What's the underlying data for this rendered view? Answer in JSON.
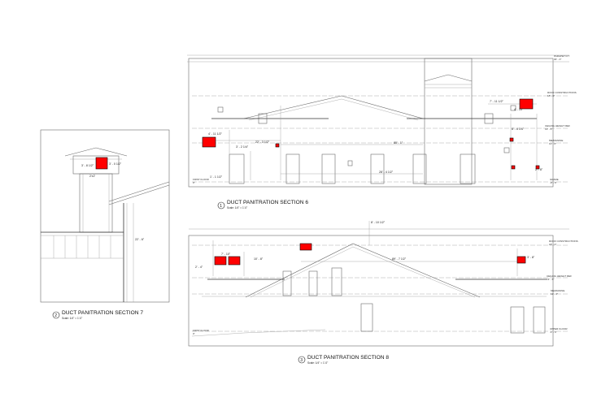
{
  "sheet": {
    "sections": [
      {
        "number": "1",
        "title": "DUCT PANITRATION SECTION 6",
        "scale": "Scale: 1/4\" = 1'-0\""
      },
      {
        "number": "2",
        "title": "DUCT PANITRATION SECTION 7",
        "scale": "Scale: 1/4\" = 1'-0\""
      },
      {
        "number": "3",
        "title": "DUCT PANITRATION SECTION 8",
        "scale": "Scale: 1/4\" = 1'-0\""
      }
    ]
  },
  "section6": {
    "levels": {
      "parapet": "PARAPET FIT",
      "parapet_el": "30' - 0\"",
      "roof_const": "ROOF CONSTRUCTIONS",
      "roof_const_el": "18' - 0\"",
      "ceiling": "CEILING HEIGHT REF",
      "ceiling_el": "13' - 6\"",
      "mezz": "MEZZANINE",
      "mezz_el": "11' - 0\"",
      "first_floor": "FIRST FLOOR",
      "first_floor_el": "0\"",
      "ground": "GRADE",
      "ground_el": "-0' - 6\""
    },
    "dims": {
      "d1": "4' - 11 1/2\"",
      "d2": "7' - 11 1/2\"",
      "d3": "4' - 10\"",
      "d4": "22' - 3 1/2\"",
      "d5": "80' - 1\"",
      "d6": "2' - 8\"",
      "d7": "8' - 6 1/4\"",
      "d8": "3' - 2 1/4\"",
      "d9": "28' - 4 1/2\"",
      "d10": "1' - 1 1/2\""
    }
  },
  "section7": {
    "dims": {
      "d1": "3' - 8 1/2\"",
      "d2": "3' - 0 1/2\"",
      "height": "22' - 6\"",
      "label": "2'x2'"
    }
  },
  "section8": {
    "levels": {
      "roof_const": "ROOF CONSTRUCTIONS",
      "roof_const_el": "18' - 0\"",
      "ceiling": "CEILING HEIGHT REF",
      "ceiling_el": "13' - 6\"",
      "mezz": "MEZZANINE",
      "mezz_el": "11' - 0\"",
      "first_floor": "FIRST FLOOR",
      "first_floor_el": "0\"",
      "upper": "UPPER FLOOR",
      "upper_el": "-1' - 6\""
    },
    "dims": {
      "top": "8' - 10 1/2\"",
      "d1": "10' - 8\"",
      "d2": "89' - 7 1/2\"",
      "d3": "7' - 10\"",
      "d4": "3' - 8\"",
      "d5": "2' - 4\""
    }
  }
}
